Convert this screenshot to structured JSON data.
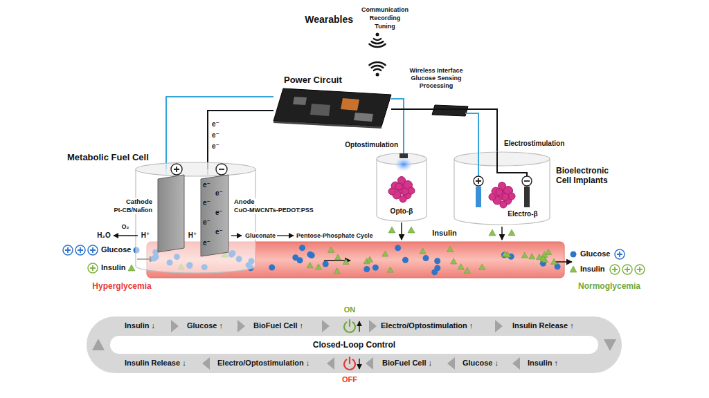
{
  "diagram": {
    "nodes": [
      {
        "text": [
          "Metabolic Fuel Cell"
        ]
      },
      {
        "text": [
          "Cathode",
          "Pt-CB/Nafion"
        ],
        "in": 0
      },
      {
        "text": [
          "Anode",
          "CuO-MWCNTs-PEDOT:PSS"
        ],
        "in": 0
      },
      {
        "text": [
          "Power Circuit",
          "Wireless Interface Glucose Sensing Processing"
        ]
      },
      {
        "text": [
          "Optostimulation",
          "Opto-β"
        ]
      },
      {
        "text": [
          "Electrostimulation",
          "Electro-β"
        ]
      },
      {
        "text": [
          "Closed-Loop Control"
        ]
      }
    ],
    "edges": [
      {
        "from": 1,
        "to": 3,
        "arrow": "none"
      },
      {
        "from": 2,
        "to": 3,
        "arrow": "none"
      },
      {
        "from": 3,
        "to": 4,
        "arrow": "none"
      },
      {
        "from": 3,
        "to": 5,
        "arrow": "none"
      }
    ],
    "labels": [
      "Wearables",
      "Communication",
      "Recording",
      "Tuning",
      "Bioelectronic Cell Implants",
      "Insulin",
      "e⁻",
      "e⁻",
      "e⁻",
      "e⁻",
      "e⁻",
      "e⁻",
      "e⁻",
      "e⁻",
      "e⁻",
      "e⁻",
      "H₂O",
      "O₂",
      "H⁺",
      "H⁺",
      "Gluconate",
      "Pentose-Phosphate Cycle",
      "Glucose",
      "Insulin",
      "Hyperglycemia",
      "Glucose",
      "Insulin",
      "Normoglycemia",
      "ON",
      "OFF",
      "Insulin ↓",
      "Glucose ↑",
      "BioFuel Cell ↑",
      "Electro/Optostimulation ↑",
      "Insulin Release ↑",
      "Insulin Release ↓",
      "Electro/Optostimulation ↓",
      "BioFuel Cell ↓",
      "Glucose ↓",
      "Insulin ↑"
    ]
  }
}
